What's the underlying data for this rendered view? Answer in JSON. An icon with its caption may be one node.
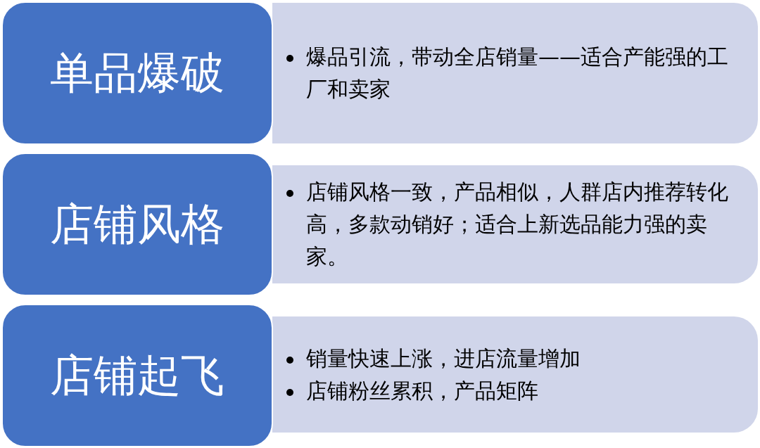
{
  "diagram": {
    "nodes": [
      {
        "text": [
          "单品爆破"
        ]
      },
      {
        "text": [
          "爆品引流，带动全店销量——适合产能强的工厂和卖家"
        ]
      },
      {
        "text": [
          "店铺风格"
        ]
      },
      {
        "text": [
          "店铺风格一致，产品相似，人群店内推荐转化高，多款动销好；适合上新选品能力强的卖家。"
        ]
      },
      {
        "text": [
          "店铺起飞"
        ]
      },
      {
        "text": [
          "销量快速上涨，进店流量增加",
          "店铺粉丝累积，产品矩阵"
        ]
      }
    ]
  }
}
